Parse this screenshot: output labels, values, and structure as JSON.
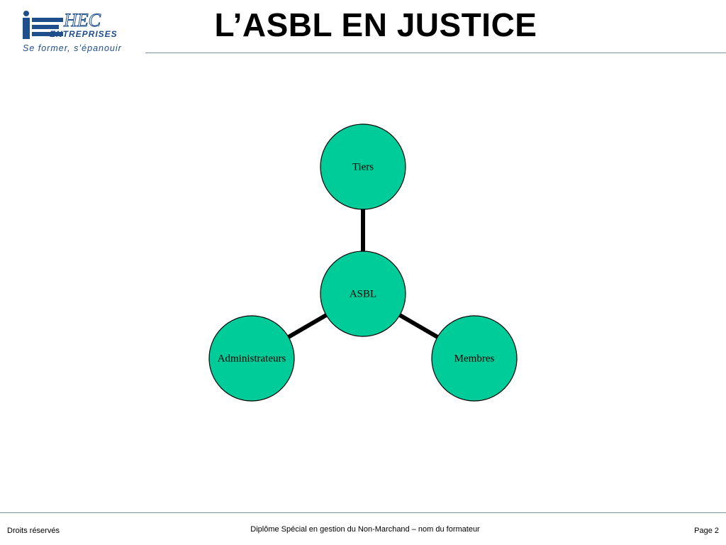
{
  "header": {
    "logo": {
      "brand_icon": "ichec-logo-icon",
      "brand_name": "HEC",
      "brand_sub": "ENTREPRISES",
      "tagline": "Se former, s’épanouir",
      "color": "#1f4e8c"
    },
    "title": "L’ASBL EN JUSTICE"
  },
  "diagram": {
    "node_color": "#00cc99",
    "node_stroke": "#000000",
    "connector_color": "#000000",
    "center": {
      "label": "ASBL"
    },
    "nodes": [
      {
        "label": "Tiers"
      },
      {
        "label": "Membres"
      },
      {
        "label": "Administrateurs"
      }
    ]
  },
  "footer": {
    "left": "Droits réservés",
    "center": "Diplôme Spécial en gestion du Non-Marchand – nom du formateur",
    "right": "Page 2"
  }
}
